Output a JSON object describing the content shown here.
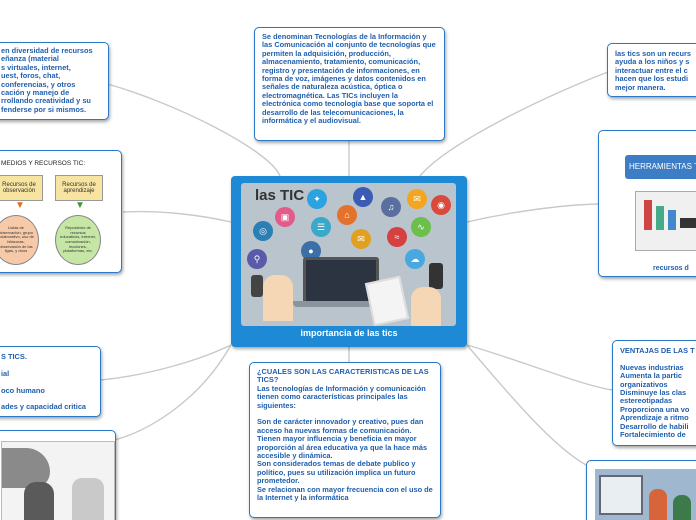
{
  "central": {
    "label": "importancia de las tics",
    "image_title": "las TIC"
  },
  "top_center": {
    "text": "Se denominan Tecnologías de la Información y las Comunicación al conjunto de tecnologías que permiten la adquisición, producción, almacenamiento, tratamiento, comunicación, registro y presentación de informaciones, en forma de voz, imágenes y datos contenidos en señales de naturaleza acústica, óptica o electromagnética. Las TICs incluyen la electrónica como tecnología base que soporta el desarrollo de las telecomunicaciones, la informática y el audiovisual."
  },
  "top_left": {
    "lines": [
      "en diversidad de recursos",
      "eñanza (material",
      "s virtuales, internet,",
      "uest, foros, chat,",
      "conferencias, y otros",
      "cación y manejo de",
      "rrollando creatividad y su",
      "fenderse por si mismos."
    ]
  },
  "top_right": {
    "lines": [
      "las tics son un recurs",
      "ayuda a los niños y s",
      "interactuar entre el c",
      "hacen que los estudi",
      "mejor manera."
    ]
  },
  "left_mid": {
    "title": "MEDIOS Y RECURSOS TIC:",
    "box_a": "Recursos de observación",
    "box_b": "Recursos de aprendizaje",
    "circle_a": "Listas de observación, grupo colaborativo, uso de bitácoras, observación de las ligas, y otros",
    "circle_b": "Repositorio de recursos educativos, internet, comunicación, lecciones, plataformas, etc."
  },
  "right_mid": {
    "banner": "HERRAMIENTAS T",
    "caption": "recursos d"
  },
  "left_bottom": {
    "lines": [
      "S TICS.",
      "",
      "ial",
      "",
      "oco humano",
      "",
      "ades y capacidad critica"
    ]
  },
  "bottom_center": {
    "text": "¿CUALES SON LAS CARACTERISTICAS DE LAS TICS?\nLas tecnologías de Información y comunicación tienen como características principales las siguientes:\n\nSon de carácter innovador y creativo, pues dan acceso ha nuevas formas de comunicación.\nTienen mayor influencia y beneficia en mayor proporción al área educativa ya que la hace más accesible y dinámica.\nSon considerados temas de debate publico y político, pues su utilización implica un futuro prometedor.\nSe relacionan con mayor frecuencia con el uso de la Internet y la informática"
  },
  "right_bottom": {
    "lines": [
      "VENTAJAS DE LAS T",
      "",
      " Nuevas industrias",
      " Aumenta la partic",
      "organizativos",
      " Disminuye las clas",
      "estereotipadas",
      "Proporciona una vo",
      "Aprendizaje a ritmo",
      "Desarrollo de habili",
      "Fortalecimiento de"
    ]
  },
  "colors": {
    "accent": "#1e8ad6",
    "text_blue": "#1f5fae",
    "connector": "#c8c8c8"
  }
}
